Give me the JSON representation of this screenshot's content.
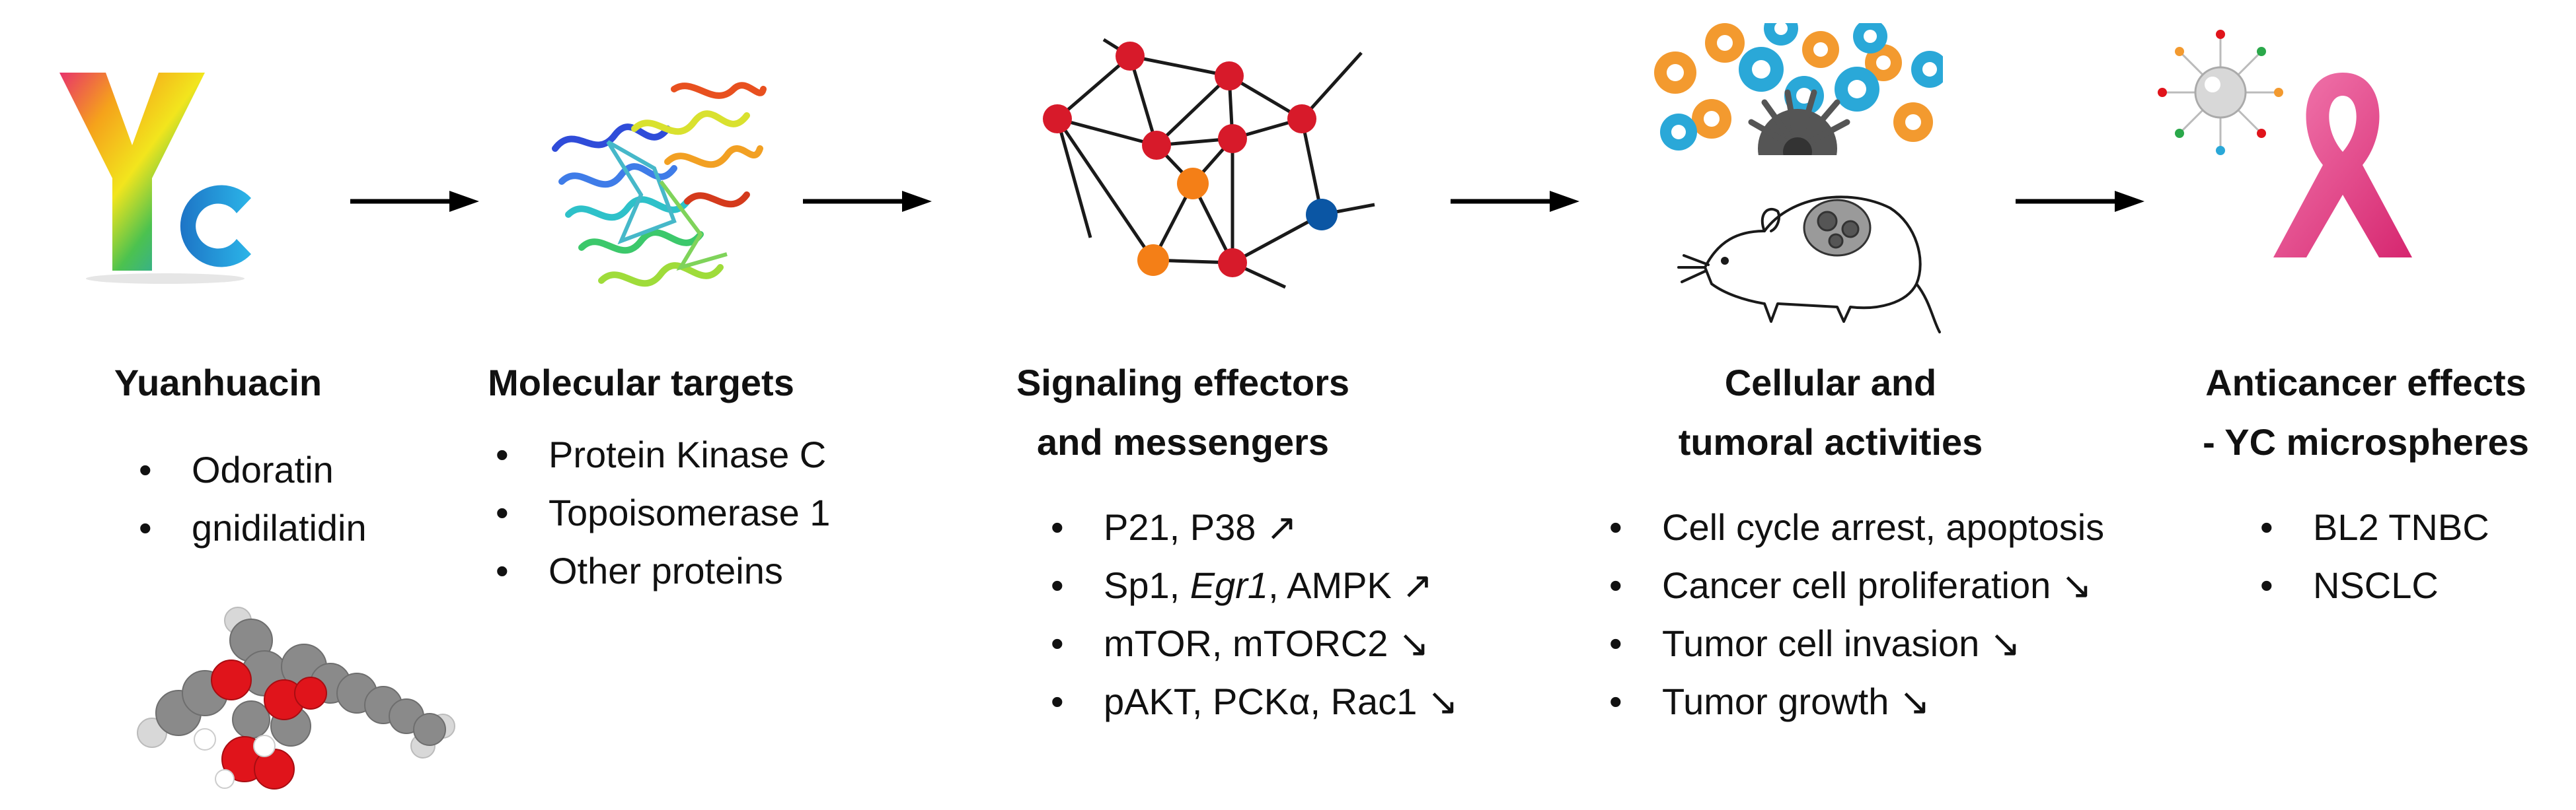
{
  "colors": {
    "arrow": "#000000",
    "node_red": "#d71a2a",
    "node_orange": "#f47f17",
    "node_blue": "#0b56a4",
    "ribbon_pink": "#e8458b",
    "cell_blue": "#2aa8d8",
    "cell_orange": "#f39a2f",
    "atom_red": "#e0141b",
    "atom_grey": "#8a8a8a"
  },
  "icons": [
    "yc-logo-icon",
    "protein-structure-icon",
    "signaling-network-icon",
    "cell-cluster-icon",
    "mouse-icon",
    "microsphere-icon",
    "cancer-ribbon-icon",
    "molecule-model-icon",
    "right-arrow-icon"
  ],
  "logo": {
    "y": "Y",
    "c": "c"
  },
  "stages": [
    {
      "title": [
        "Yuanhuacin"
      ],
      "items": [
        {
          "text": "Odoratin"
        },
        {
          "text": "gnidilatidin"
        }
      ]
    },
    {
      "title": [
        "Molecular targets"
      ],
      "items": [
        {
          "text": "Protein Kinase C"
        },
        {
          "text": "Topoisomerase 1"
        },
        {
          "text": "Other proteins"
        }
      ]
    },
    {
      "title": [
        "Signaling effectors",
        "and messengers"
      ],
      "items": [
        {
          "pre": "P21, P38 ",
          "italic": "",
          "post": "↗"
        },
        {
          "pre": "Sp1, ",
          "italic": "Egr1",
          "post": ", AMPK ↗"
        },
        {
          "pre": "mTOR, mTORC2 ",
          "italic": "",
          "post": "↘"
        },
        {
          "pre": "pAKT, PCKα, Rac1 ",
          "italic": "",
          "post": "↘"
        }
      ]
    },
    {
      "title": [
        "Cellular and",
        "tumoral activities"
      ],
      "items": [
        {
          "text": "Cell cycle arrest, apoptosis"
        },
        {
          "text": "Cancer cell proliferation ↘"
        },
        {
          "text": "Tumor cell invasion ↘"
        },
        {
          "text": "Tumor growth ↘"
        }
      ]
    },
    {
      "title": [
        "Anticancer effects",
        "- YC microspheres"
      ],
      "items": [
        {
          "text": "BL2 TNBC"
        },
        {
          "text": "NSCLC"
        }
      ]
    }
  ]
}
